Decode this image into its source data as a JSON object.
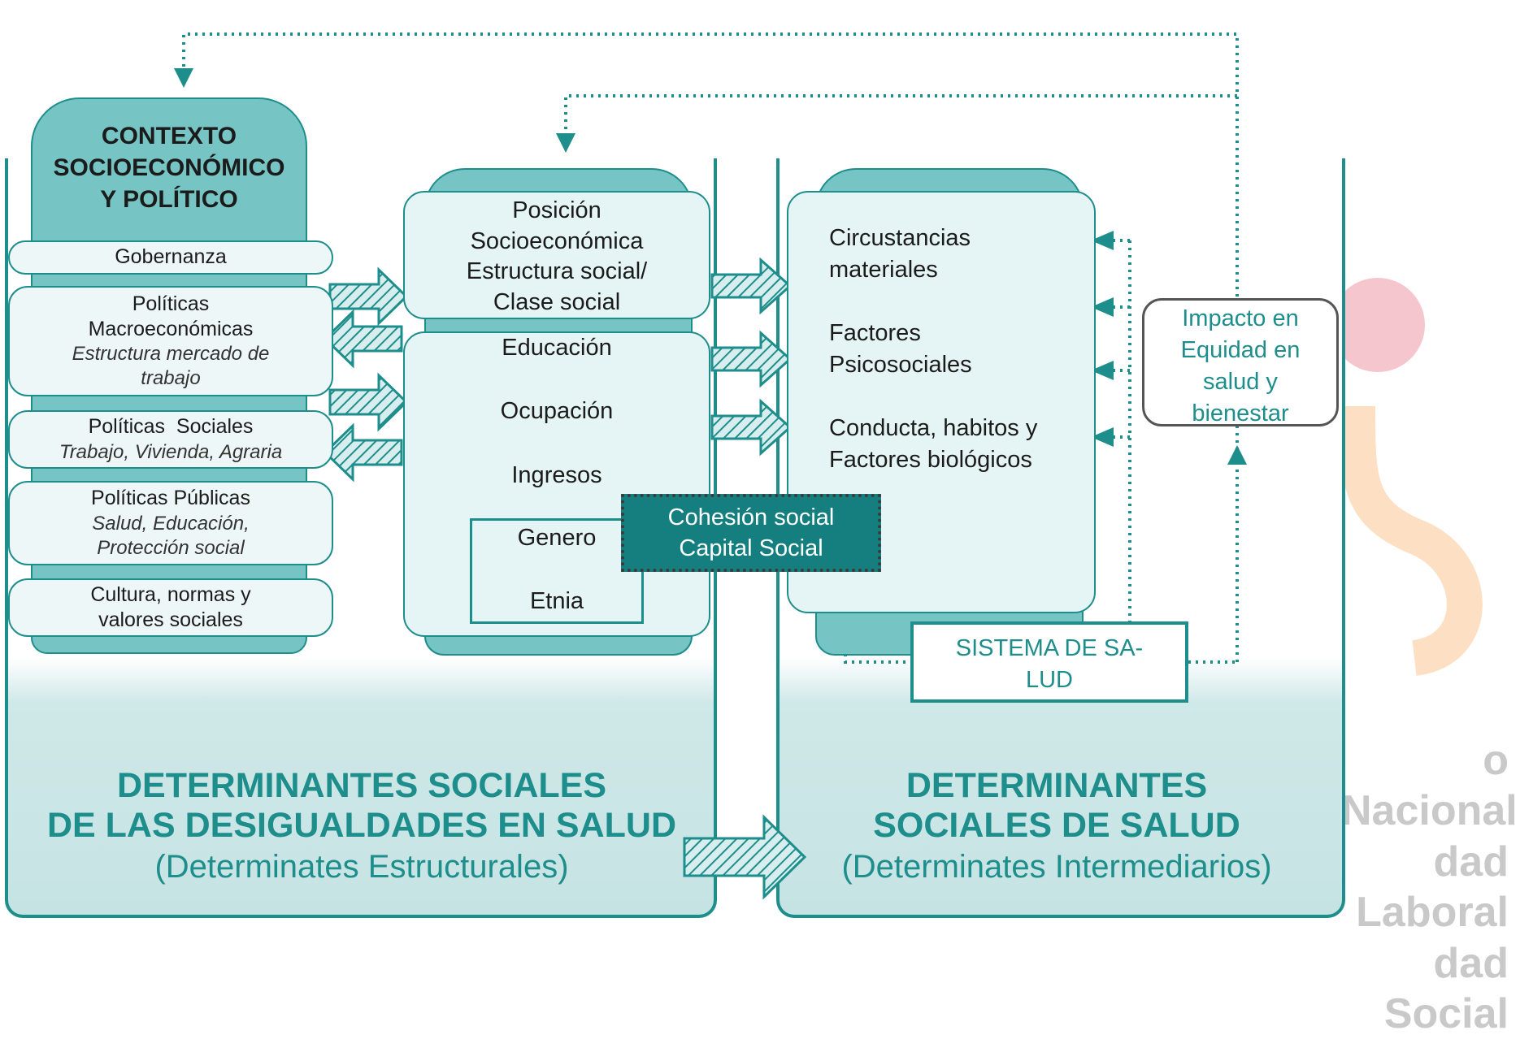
{
  "context": {
    "title_lines": [
      "CONTEXTO",
      "SOCIOECONÓMICO",
      "Y POLÍTICO"
    ],
    "items": [
      {
        "label": "Gobernanza",
        "sub": ""
      },
      {
        "label": "Políticas Macroeconómicas",
        "sub": "Estructura mercado de trabajo"
      },
      {
        "label": "Políticas  Sociales",
        "sub": "Trabajo, Vivienda, Agraria"
      },
      {
        "label": "Políticas Públicas",
        "sub": "Salud, Educación, Protección social"
      },
      {
        "label": "Cultura, normas y valores sociales",
        "sub": ""
      }
    ]
  },
  "position": {
    "top_lines": [
      "Posición",
      "Socioeconómica",
      "Estructura social/",
      "Clase social"
    ],
    "sequence": [
      "Educación",
      "Ocupación",
      "Ingresos"
    ],
    "gender": "Genero",
    "ethnicity": "Etnia"
  },
  "cohesion": [
    "Cohesión social",
    "Capital Social"
  ],
  "intermediate": {
    "items": [
      "Circustancias materiales",
      "Factores Psicosociales",
      "Conducta, habitos y Factores biológicos"
    ]
  },
  "health_system": "SISTEMA DE SA-LUD",
  "impact": "Impacto en Equidad en salud y bienestar",
  "structural": {
    "title_lines": [
      "DETERMINANTES SOCIALES",
      "DE LAS DESIGUALDADES EN SALUD"
    ],
    "subtitle": "(Determinates Estructurales)"
  },
  "intermediary": {
    "title_lines": [
      "DETERMINANTES",
      "SOCIALES DE SALUD"
    ],
    "subtitle": "(Determinates Intermediarios)"
  },
  "watermark": [
    "o Nacional",
    "dad Laboral",
    "dad Social"
  ],
  "colors": {
    "teal": "#1e8e8c",
    "teal_light": "#77c4c4",
    "box_light": "#e5f4f4",
    "dark_teal": "#157f80"
  }
}
